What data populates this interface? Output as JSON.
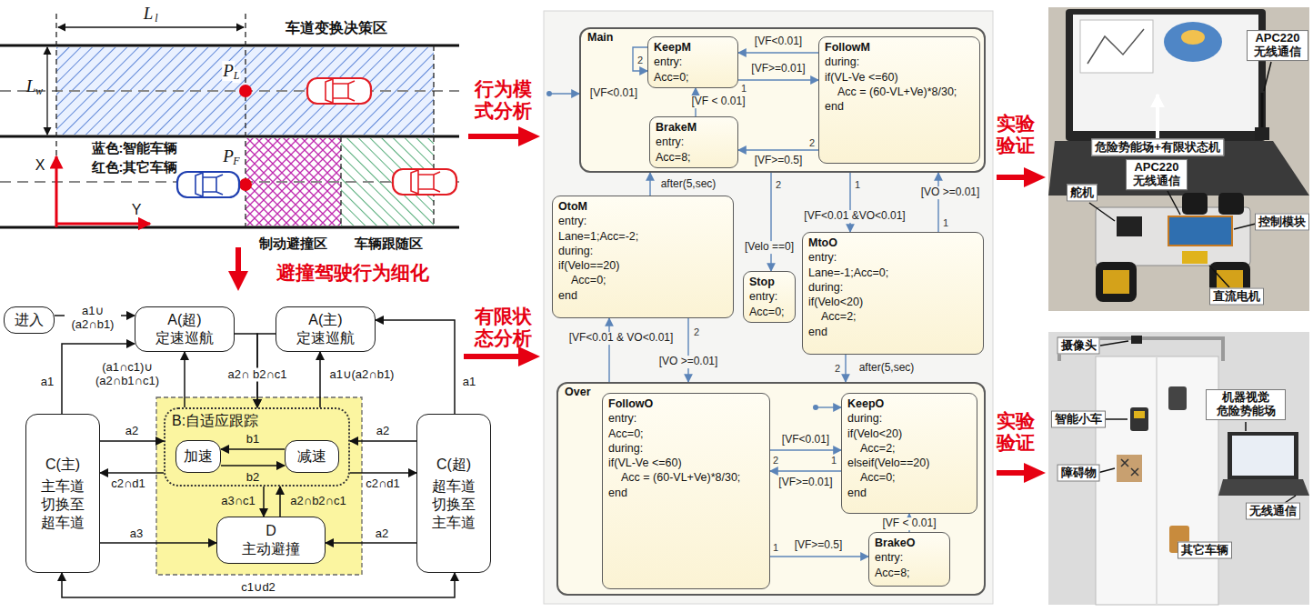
{
  "diagram": {
    "nodes": [
      {
        "text": [
          "进入"
        ]
      },
      {
        "text": [
          "A(超)",
          "定速巡航"
        ]
      },
      {
        "text": [
          "A(主)",
          "定速巡航"
        ]
      },
      {
        "text": [
          "C(主)",
          "主车道切换至超车道"
        ]
      },
      {
        "text": [
          "B:自适应跟踪"
        ]
      },
      {
        "text": [
          "加速"
        ],
        "in": 4
      },
      {
        "text": [
          "减速"
        ],
        "in": 4
      },
      {
        "text": [
          "C(超)",
          "超车道切换至主车道"
        ]
      },
      {
        "text": [
          "D",
          "主动避撞"
        ]
      },
      {
        "text": [
          "Main"
        ]
      },
      {
        "text": [
          "KeepM",
          "entry:",
          "Acc=0;"
        ],
        "in": 9
      },
      {
        "text": [
          "FollowM",
          "during:",
          "if(VL-Ve <=60)",
          "Acc = (60-VL+Ve)*8/30;",
          "end"
        ],
        "in": 9
      },
      {
        "text": [
          "BrakeM",
          "entry:",
          "Acc=8;"
        ],
        "in": 9
      },
      {
        "text": [
          "OtoM",
          "entry:",
          "Lane=1;Acc=-2;",
          "during:",
          "if(Velo==20)",
          "Acc=0;",
          "end"
        ]
      },
      {
        "text": [
          "Stop",
          "entry:",
          "Acc=0;"
        ]
      },
      {
        "text": [
          "MtoO",
          "entry:",
          "Lane=-1;Acc=0;",
          "during:",
          "if(Velo<20)",
          "Acc=2;",
          "end"
        ]
      },
      {
        "text": [
          "Over"
        ]
      },
      {
        "text": [
          "FollowO",
          "entry:",
          "Acc=0;",
          "during:",
          "if(VL-Ve <=60)",
          "Acc = (60-VL+Ve)*8/30;",
          "end"
        ],
        "in": 16
      },
      {
        "text": [
          "KeepO",
          "during:",
          "if(Velo<20)",
          "Acc=2;",
          "elseif(Velo==20)",
          "Acc=0;",
          "end"
        ],
        "in": 16
      },
      {
        "text": [
          "BrakeO",
          "entry:",
          "Acc=8;"
        ],
        "in": 16
      }
    ],
    "edges": [
      {
        "from": 0,
        "to": 1,
        "label": "a1∪ (a2∩b1)",
        "arrow": "to"
      },
      {
        "from": 3,
        "to": 1,
        "label": "a1",
        "arrow": "to"
      },
      {
        "from": 4,
        "to": 1,
        "label": "(a1∩c1)∪ (a2∩b1∩c1)",
        "arrow": "to"
      },
      {
        "from": 1,
        "to": 4,
        "label": "a2∩ b2∩c1",
        "arrow": "to"
      },
      {
        "from": 2,
        "to": 4,
        "arrow": "to"
      },
      {
        "from": 4,
        "to": 2,
        "label": "a1∪(a2∩b1)",
        "arrow": "to"
      },
      {
        "from": 7,
        "to": 2,
        "label": "a1",
        "arrow": "to"
      },
      {
        "from": 3,
        "to": 4,
        "label": "a2",
        "arrow": "to"
      },
      {
        "from": 4,
        "to": 3,
        "label": "c2∩d1",
        "arrow": "to"
      },
      {
        "from": 7,
        "to": 4,
        "label": "a2",
        "arrow": "to"
      },
      {
        "from": 4,
        "to": 7,
        "label": "c2∩d1",
        "arrow": "to"
      },
      {
        "from": 3,
        "to": 8,
        "label": "a3",
        "arrow": "to"
      },
      {
        "from": 7,
        "to": 8,
        "label": "a2",
        "arrow": "to"
      },
      {
        "from": 4,
        "to": 8,
        "label": "a3∩c1",
        "arrow": "to"
      },
      {
        "from": 8,
        "to": 4,
        "label": "a2∩b2∩c1",
        "arrow": "to"
      },
      {
        "from": 3,
        "to": 7,
        "label": "c1∪d2",
        "arrow": "both"
      },
      {
        "from": 6,
        "to": 5,
        "label": "b1",
        "arrow": "to"
      },
      {
        "from": 5,
        "to": 6,
        "label": "b2",
        "arrow": "to"
      },
      {
        "from": 11,
        "to": 10,
        "label": "[VF<0.01]",
        "arrow": "to"
      },
      {
        "from": 10,
        "to": 11,
        "label": "[VF>=0.01]",
        "arrow": "to"
      },
      {
        "from": 10,
        "to": 10,
        "arrow": "to"
      },
      {
        "from": 12,
        "to": 10,
        "label": "[VF < 0.01]",
        "arrow": "to"
      },
      {
        "from": 11,
        "to": 12,
        "label": "[VF>=0.5]",
        "arrow": "to"
      },
      {
        "from": 13,
        "to": 9,
        "label": "after(5,sec)",
        "arrow": "to"
      },
      {
        "from": 16,
        "to": 13,
        "label": "[VF<0.01 & VO<0.01]",
        "arrow": "to"
      },
      {
        "from": 13,
        "to": 16,
        "label": "[VO >=0.01]",
        "arrow": "to"
      },
      {
        "from": 9,
        "to": 14,
        "label": "[Velo ==0]",
        "arrow": "to"
      },
      {
        "from": 9,
        "to": 15,
        "label": "[VF<0.01 &VO<0.01]",
        "arrow": "to"
      },
      {
        "from": 15,
        "to": 9,
        "label": "[VO >=0.01]",
        "arrow": "to"
      },
      {
        "from": 15,
        "to": 16,
        "label": "after(5,sec)",
        "arrow": "to"
      },
      {
        "from": 17,
        "to": 18,
        "label": "[VF<0.01]",
        "arrow": "to"
      },
      {
        "from": 18,
        "to": 17,
        "label": "[VF>=0.01]",
        "arrow": "to"
      },
      {
        "from": 17,
        "to": 19,
        "label": "[VF>=0.5]",
        "arrow": "to"
      },
      {
        "from": 19,
        "to": 18,
        "label": "[VF < 0.01]",
        "arrow": "to"
      }
    ],
    "labels": [
      "车道变换决策区",
      "L",
      "l",
      "L",
      "w",
      "P",
      "L",
      "P",
      "F",
      "蓝色:智能车辆",
      "红色:其它车辆",
      "X",
      "Y",
      "制动避撞区",
      "车辆跟随区",
      "行为模式分析",
      "避撞驾驶行为细化",
      "有限状态分析",
      "实验验证",
      "实验验证",
      "[VF<0.01]",
      "2",
      "1",
      "2",
      "2",
      "1",
      "1",
      "2",
      "2",
      "2",
      "1",
      "1",
      "危险势能场+有限状态机",
      "APC220 无线通信",
      "APC220 无线通信",
      "舵机",
      "控制模块",
      "直流电机",
      "摄像头",
      "智能小车",
      "障碍物",
      "机器视觉 危险势能场",
      "无线通信",
      "其它车辆"
    ]
  }
}
